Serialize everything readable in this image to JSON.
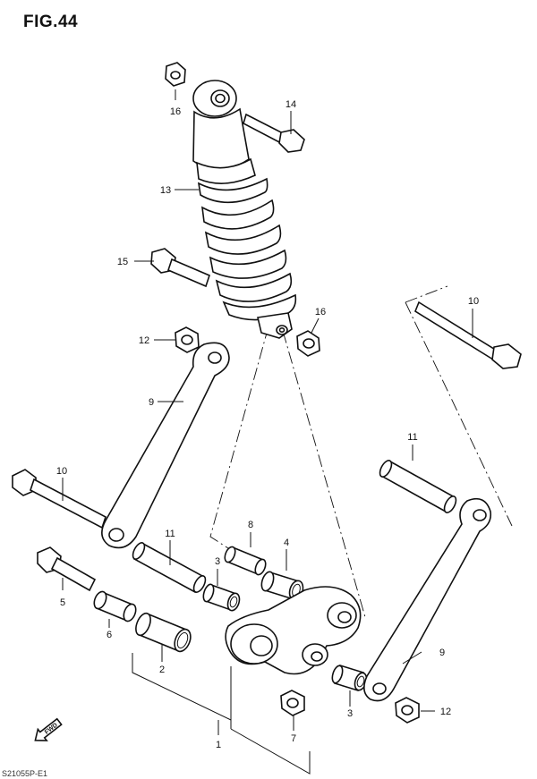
{
  "figure": {
    "title": "FIG.44",
    "code": "S21055P-E1"
  },
  "fwd": "FWD",
  "labels": {
    "p1": "1",
    "p2": "2",
    "p3a": "3",
    "p3b": "3",
    "p4": "4",
    "p5": "5",
    "p6": "6",
    "p7": "7",
    "p8": "8",
    "p9a": "9",
    "p9b": "9",
    "p10a": "10",
    "p10b": "10",
    "p11a": "11",
    "p11b": "11",
    "p12a": "12",
    "p12b": "12",
    "p13": "13",
    "p14": "14",
    "p15": "15",
    "p16a": "16",
    "p16b": "16"
  }
}
